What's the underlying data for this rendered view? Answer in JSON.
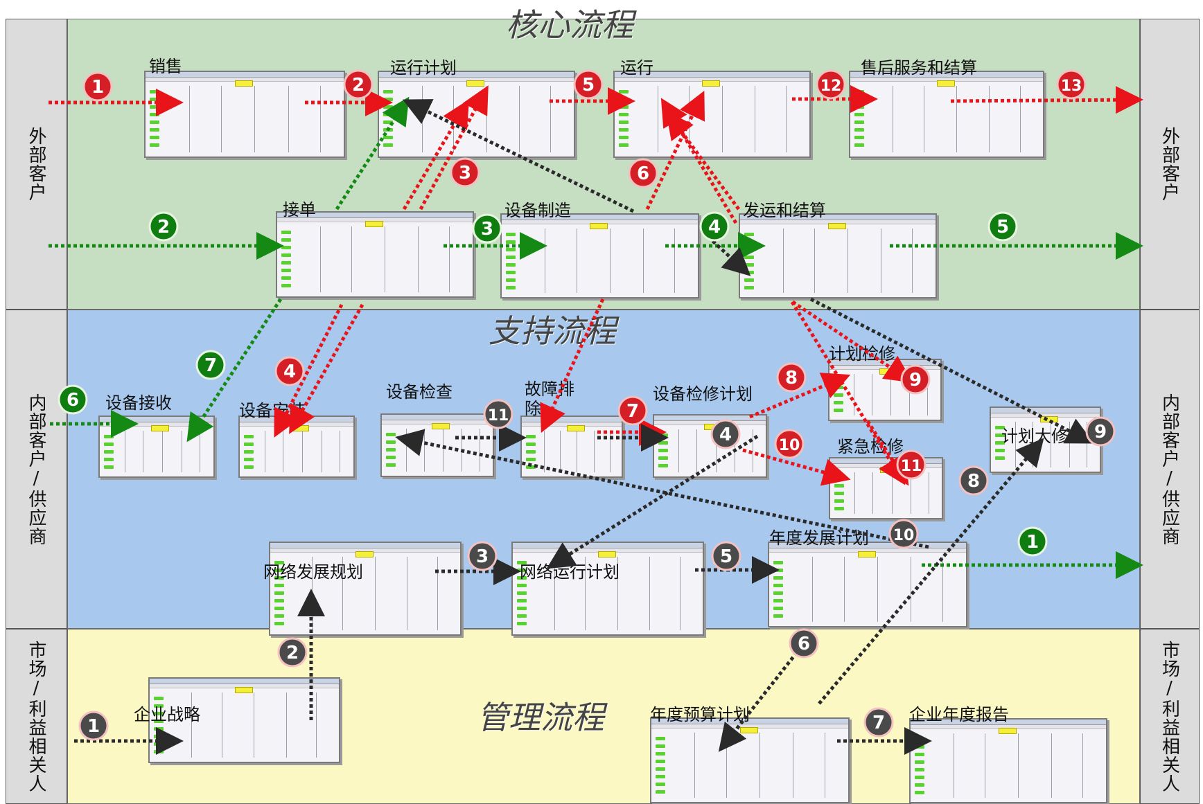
{
  "sections": {
    "core": "核心流程",
    "support": "支持流程",
    "management": "管理流程"
  },
  "side_labels": {
    "external_left": "外部客户",
    "external_right": "外部客户",
    "internal_left": "内部客户/供应商",
    "internal_right": "内部客户/供应商",
    "market_left": "市场/利益相关人",
    "market_right": "市场/利益相关人"
  },
  "processes": {
    "sales": "销售",
    "run_plan": "运行计划",
    "operation": "运行",
    "after_sales": "售后服务和结算",
    "order": "接单",
    "manufacture": "设备制造",
    "shipping": "发运和结算",
    "receive": "设备接收",
    "install": "设备安装",
    "inspect": "设备检查",
    "fault": "故障排除",
    "maint_plan": "设备检修计划",
    "planned_maint": "计划检修",
    "emergency_maint": "紧急检修",
    "overhaul": "计划大修",
    "net_dev_plan": "网络发展规划",
    "net_run_plan": "网络运行计划",
    "annual_dev_plan": "年度发展计划",
    "strategy": "企业战略",
    "budget_plan": "年度预算计划",
    "annual_report": "企业年度报告"
  },
  "badges": {
    "r1": "1",
    "r2": "2",
    "r3": "3",
    "r4": "4",
    "r5": "5",
    "r6": "6",
    "r7": "7",
    "r8": "8",
    "r9": "9",
    "r10": "10",
    "r11": "11",
    "r12": "12",
    "r13": "13",
    "g1": "1",
    "g2": "2",
    "g3": "3",
    "g4": "4",
    "g5": "5",
    "g6": "6",
    "g7": "7",
    "k1": "1",
    "k2": "2",
    "k3": "3",
    "k4": "4",
    "k5": "5",
    "k6": "6",
    "k7": "7",
    "k8": "8",
    "k9": "9",
    "k10": "10",
    "k11": "11"
  },
  "colors": {
    "core_bg": "#c6dfc2",
    "support_bg": "#a8c8ee",
    "management_bg": "#fbf8c4",
    "red_flow": "#e8141a",
    "green_flow": "#148a14",
    "black_flow": "#2a2a2a",
    "red_badge": "#d51f27",
    "green_badge": "#0f7d10",
    "gray_badge": "#4a4a4a"
  }
}
